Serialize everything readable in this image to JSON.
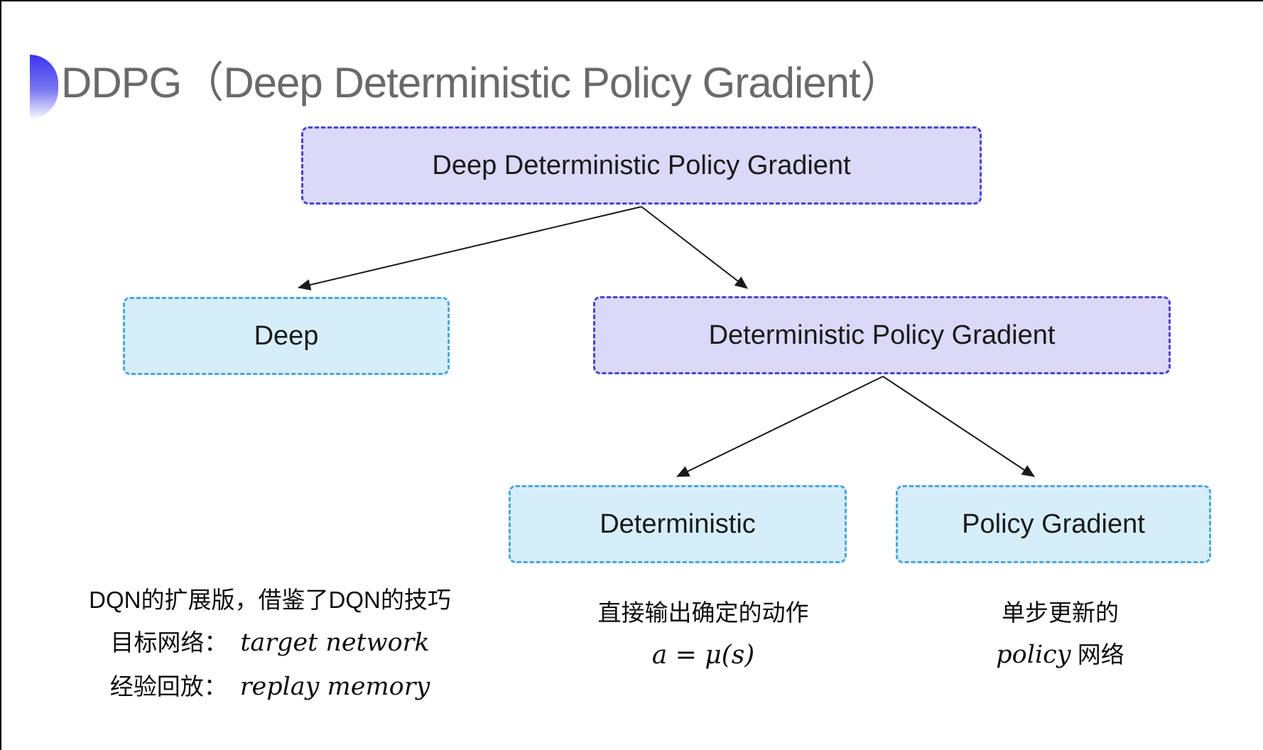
{
  "slide": {
    "title": "DDPG（Deep Deterministic Policy Gradient）"
  },
  "tree": {
    "root": "Deep Deterministic Policy Gradient",
    "deep": "Deep",
    "dpg": "Deterministic Policy Gradient",
    "deterministic": "Deterministic",
    "policy_gradient": "Policy Gradient"
  },
  "notes": {
    "deep": {
      "line1": "DQN的扩展版，借鉴了DQN的技巧",
      "target_label": "目标网络：",
      "target_value": "target network",
      "replay_label": "经验回放：",
      "replay_value": "replay memory"
    },
    "deterministic": {
      "line1": "直接输出确定的动作",
      "formula": "a = μ(s)"
    },
    "policy_gradient": {
      "line1": "单步更新的",
      "line2_italic": "policy",
      "line2_cn": "网络"
    }
  },
  "colors": {
    "purple_fill": "#dbd8f8",
    "purple_border": "#4545cf",
    "cyan_fill": "#d6eefa",
    "cyan_border": "#4da6db",
    "title_gray": "#6a6a6a",
    "arrow_black": "#1a1a1a"
  }
}
